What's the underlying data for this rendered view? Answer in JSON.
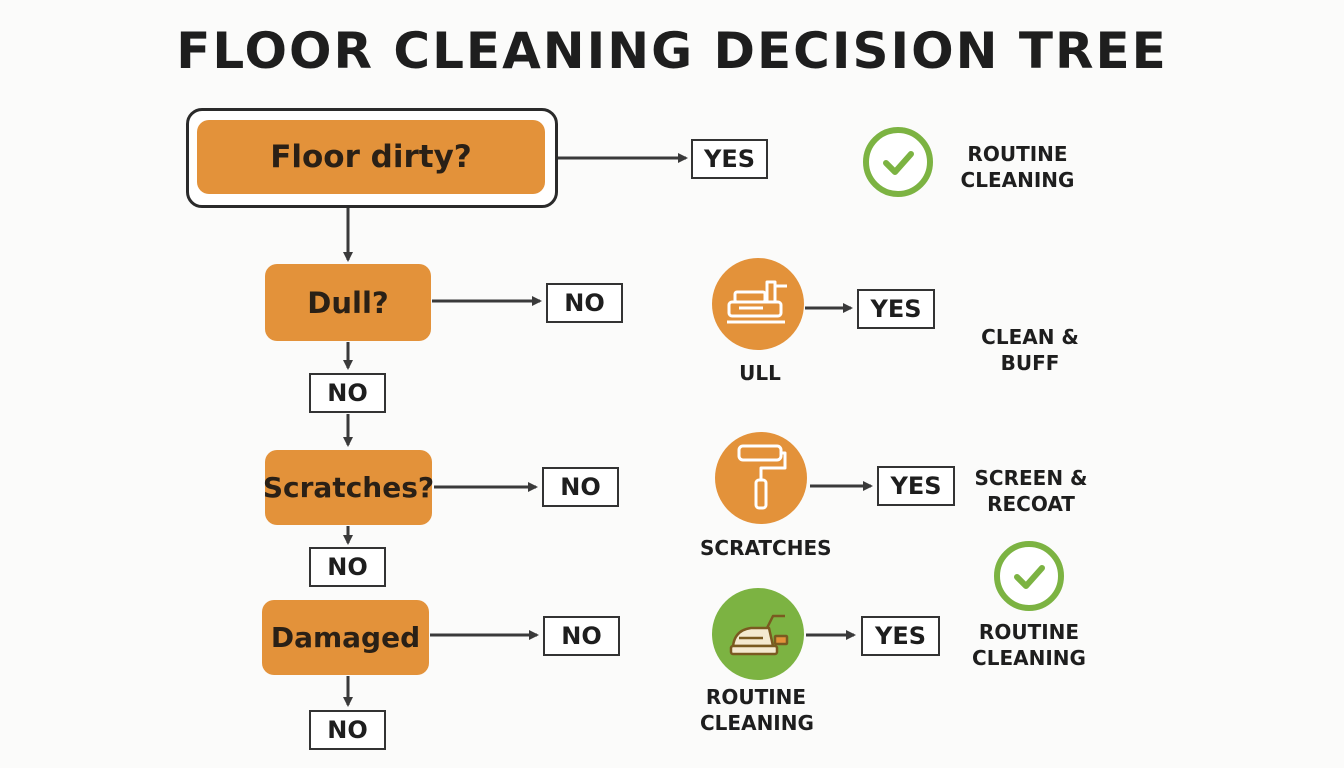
{
  "title": "FLOOR CLEANING DECISION TREE",
  "colors": {
    "decision": "#e3923a",
    "green": "#7cb342",
    "line": "#3a3a3a"
  },
  "decisions": {
    "floor_dirty": "Floor dirty?",
    "dull": "Dull?",
    "scratches": "Scratches?",
    "damaged": "Damaged"
  },
  "boxes": {
    "top_yes": "YES",
    "dull_no": "NO",
    "dull_down_no": "NO",
    "scratches_no": "NO",
    "scratches_down_no": "NO",
    "damaged_no": "NO",
    "damaged_down_no": "NO",
    "buffer_yes": "YES",
    "roller_yes": "YES",
    "cleaner_yes": "YES"
  },
  "icon_labels": {
    "buffer": "ULL",
    "roller": "SCRATCHES",
    "cleaner_line1": "ROUTINE",
    "cleaner_line2": "CLEANING"
  },
  "outcomes": {
    "routine_top_line1": "ROUTINE",
    "routine_top_line2": "CLEANING",
    "clean_buff": "CLEAN & BUFF",
    "screen_line1": "SCREEN &",
    "screen_line2": "RECOAT",
    "routine_bottom_line1": "ROUTINE",
    "routine_bottom_line2": "CLEANING"
  },
  "icons": [
    "check-icon",
    "floor-buffer-icon",
    "paint-roller-icon",
    "floor-cleaner-icon",
    "check-icon"
  ]
}
